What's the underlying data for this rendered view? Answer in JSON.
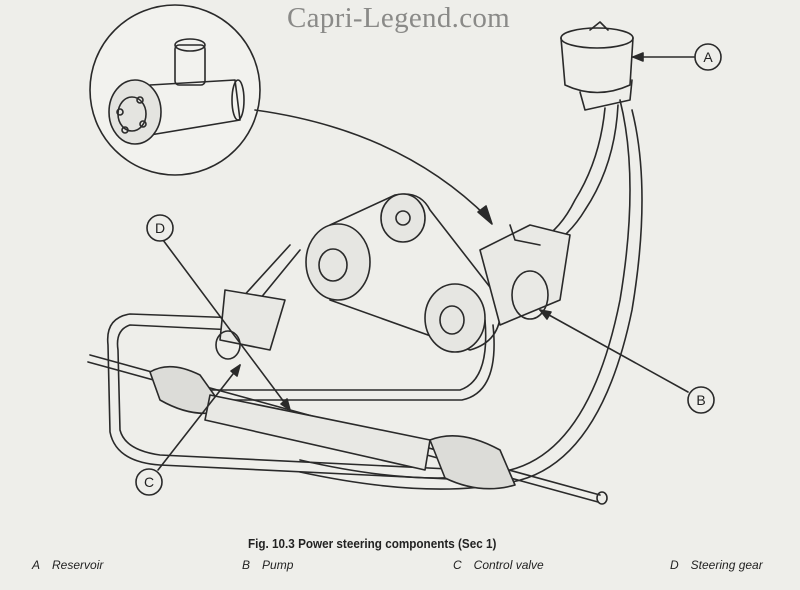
{
  "watermark": "Capri-Legend.com",
  "callouts": {
    "a": "A",
    "b": "B",
    "c": "C",
    "d": "D"
  },
  "caption": "Fig. 10.3 Power steering components (Sec 1)",
  "legend": [
    {
      "key": "A",
      "label": "Reservoir"
    },
    {
      "key": "B",
      "label": "Pump"
    },
    {
      "key": "C",
      "label": "Control valve"
    },
    {
      "key": "D",
      "label": "Steering gear"
    }
  ]
}
